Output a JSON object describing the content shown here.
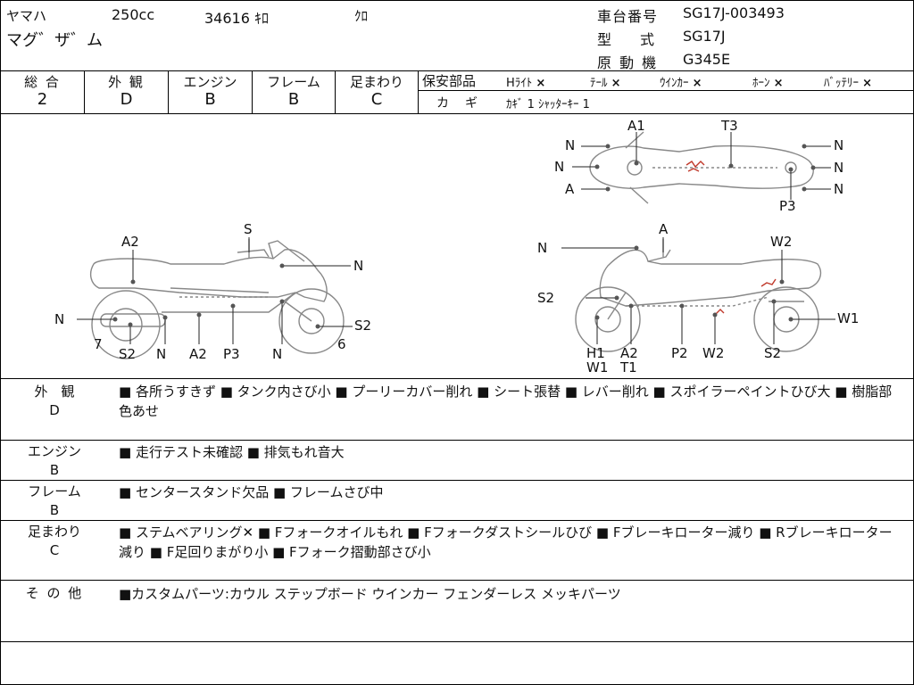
{
  "header": {
    "maker": "ヤマハ",
    "cc": "250cc",
    "mileage": "34616 ｷﾛ",
    "color": "ｸﾛ",
    "model": "マグ゛ザ゛ム",
    "frame_label": "車台番号",
    "frame_no": "SG17J-003493",
    "type_label": "型　　式",
    "type_value": "SG17J",
    "engine_label": "原 動 機",
    "engine_value": "G345E"
  },
  "grades": [
    {
      "label": "総 合",
      "value": "2"
    },
    {
      "label": "外 観",
      "value": "D"
    },
    {
      "label": "エンジン",
      "value": "B"
    },
    {
      "label": "フレーム",
      "value": "B"
    },
    {
      "label": "足まわり",
      "value": "C"
    }
  ],
  "safety_parts": {
    "title": "保安部品",
    "items": [
      {
        "name": "Hﾗｲﾄ",
        "mark": "×"
      },
      {
        "name": "ﾃｰﾙ",
        "mark": "×"
      },
      {
        "name": "ｳｲﾝｶｰ",
        "mark": "×"
      },
      {
        "name": "ﾎｰﾝ",
        "mark": "×"
      },
      {
        "name": "ﾊﾞｯﾃﾘｰ",
        "mark": "×"
      }
    ],
    "key_label": "カ　ギ",
    "key_value": "ｶｷﾞ 1 ｼｬｯﾀｰｷｰ 1"
  },
  "diagram_labels": {
    "left": {
      "s": "S",
      "a2_top": "A2",
      "n_right": "N",
      "n_left": "N",
      "s2_right": "S2",
      "n7": "7",
      "n6": "6",
      "s2": "S2",
      "n_b": "N",
      "a2": "A2",
      "p3": "P3",
      "n_c": "N"
    },
    "right": {
      "n_top": "N",
      "a_top": "A",
      "w2_top": "W2",
      "s2_left": "S2",
      "w1_right": "W1",
      "h1": "H1",
      "w1": "W1",
      "a2": "A2",
      "t1": "T1",
      "p2": "P2",
      "w2": "W2",
      "s2": "S2"
    },
    "top": {
      "a1": "A1",
      "t3": "T3",
      "n1": "N",
      "n2": "N",
      "a": "A",
      "n3": "N",
      "n4": "N",
      "n5": "N",
      "p3": "P3"
    }
  },
  "notes": [
    {
      "category": "外　観",
      "grade": "D",
      "text": "■ 各所うすきず ■ タンク内さび小 ■ プーリーカバー削れ ■ シート張替 ■ レバー削れ ■ スポイラーペイントひび大 ■ 樹脂部色あせ"
    },
    {
      "category": "エンジン",
      "grade": "B",
      "text": "■ 走行テスト未確認 ■ 排気もれ音大"
    },
    {
      "category": "フレーム",
      "grade": "B",
      "text": "■ センタースタンド欠品 ■ フレームさび中"
    },
    {
      "category": "足まわり",
      "grade": "C",
      "text": "■ ステムベアリング✕ ■ Fフォークオイルもれ ■ Fフォークダストシールひび ■ Fブレーキローター減り ■ Rブレーキローター減り ■ F足回りまがり小 ■ Fフォーク摺動部さび小"
    },
    {
      "category": "そ の 他",
      "grade": "",
      "text": "■カスタムパーツ:カウル ステップボード ウインカー フェンダーレス メッキパーツ"
    }
  ]
}
